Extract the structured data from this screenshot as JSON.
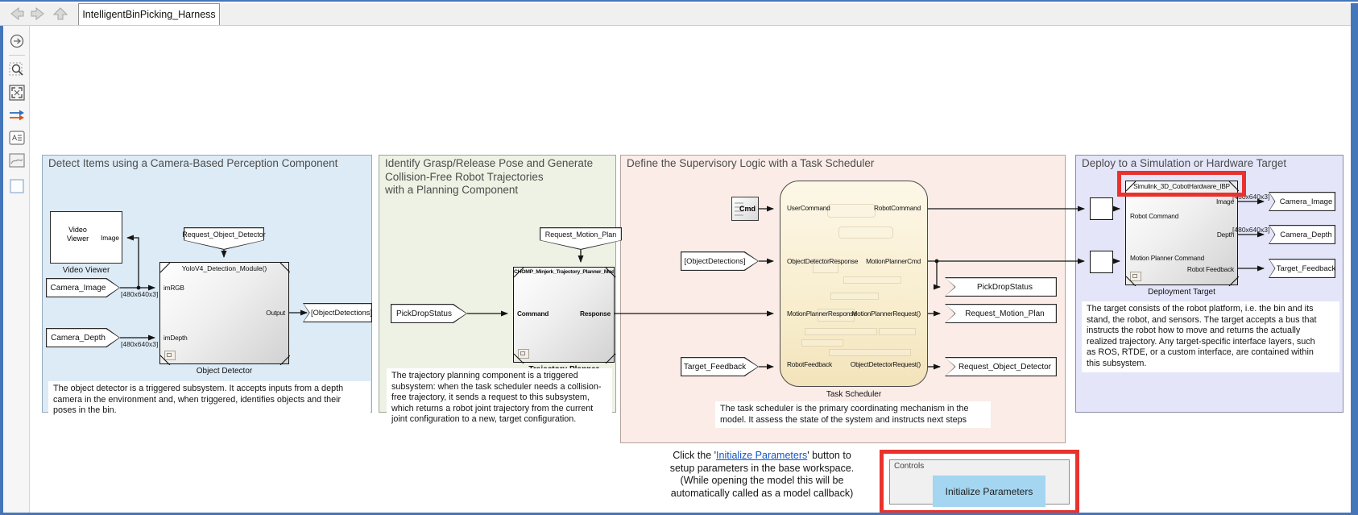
{
  "window": {
    "tab": "IntelligentBinPicking_Harness"
  },
  "toolbar": {
    "icons": [
      "back",
      "forward",
      "up"
    ]
  },
  "sidebar": {
    "icons": [
      "hide-palette",
      "zoom-to-region",
      "fit-to-view",
      "signal-arrows",
      "annotation",
      "image",
      "area"
    ]
  },
  "panels": [
    {
      "title": "Detect Items using a Camera-Based Perception Component",
      "video_viewer": {
        "text": "Video\nViewer",
        "port": "Image",
        "label": "Video Viewer"
      },
      "trigger_tag": "Request_Object_Detector",
      "subsystem": {
        "title": "YoloV4_Detection_Module()",
        "ports_in": [
          "imRGB",
          "imDepth"
        ],
        "ports_out": [
          "Output"
        ],
        "label": "Object Detector"
      },
      "from_tags": [
        {
          "text": "Camera_Image",
          "dim": "[480x640x3]"
        },
        {
          "text": "Camera_Depth",
          "dim": "[480x640x3]"
        }
      ],
      "goto_tag": "[ObjectDetections]",
      "description": "The object detector is a triggered subsystem. It accepts inputs from a depth\ncamera in the environment and, when triggered, identifies objects and their\nposes in the bin."
    },
    {
      "title": "Identify Grasp/Release Pose and Generate\nCollision-Free Robot Trajectories\nwith a Planning Component",
      "trigger_tag": "Request_Motion_Plan",
      "from_tag": "PickDropStatus",
      "subsystem": {
        "title": "CHOMP_Minjerk_Trajectory_Planner_Module()",
        "ports_in": [
          "Command"
        ],
        "ports_out": [
          "Response"
        ],
        "label": "Trajectory Planner"
      },
      "description": "The trajectory planning component is a triggered\nsubsystem: when the task scheduler needs a collision-\nfree trajectory, it sends a request to this subsystem,\nwhich returns a robot joint trajectory from the current\njoint configuration to a new, target configuration."
    },
    {
      "title": "Define the Supervisory Logic with a Task Scheduler",
      "cmd_block": "Cmd",
      "chart": {
        "inputs": [
          "UserCommand",
          "ObjectDetectorResponse",
          "MotionPlannerResponse",
          "RobotFeedback"
        ],
        "outputs": [
          "RobotCommand",
          "MotionPlannerCmd",
          "MotionPlannerRequest()",
          "ObjectDetectorRequest()"
        ],
        "label": "Task Scheduler"
      },
      "from_tags": [
        "[ObjectDetections]",
        "Target_Feedback"
      ],
      "goto_tags": [
        "PickDropStatus",
        "Request_Motion_Plan",
        "Request_Object_Detector"
      ],
      "description": "The task scheduler is the primary coordinating mechanism in the\nmodel. It assess the state of the system and instructs next steps"
    },
    {
      "title": "Deploy to a Simulation or Hardware Target",
      "subsystem": {
        "title": "Simulink_3D_CobotHardware_IBP",
        "ports_in": [
          "Robot Command",
          "Motion Planner Command"
        ],
        "ports_out": [
          "Image",
          "Depth",
          "Robot Feedback"
        ],
        "label": "Deployment Target"
      },
      "goto_tags": [
        {
          "text": "Camera_Image",
          "dim": "[480x640x3]"
        },
        {
          "text": "Camera_Depth",
          "dim": "[480x640x3]"
        },
        {
          "text": "Target_Feedback",
          "dim": ""
        }
      ],
      "description": "The target consists of the robot platform, i.e. the bin and its\nstand, the robot, and sensors. The target accepts a bus that\ninstructs the robot how to move and returns the actually\nrealized trajectory. Any target-specific interface layers, such\nas ROS, RTDE, or a custom interface, are contained within\nthis subsystem."
    }
  ],
  "footer": {
    "note_prefix": "Click the '",
    "note_link": "Initialize Parameters",
    "note_suffix": "' button to\nsetup parameters in the base workspace.\n(While opening the model this will be\nautomatically called as a model callback)",
    "controls_label": "Controls",
    "button": "Initialize Parameters"
  },
  "colors": {
    "highlight_red": "#e9322d",
    "button_blue": "#a4d6f1",
    "link_blue": "#1155cc",
    "window_blue": "#4576b9"
  }
}
